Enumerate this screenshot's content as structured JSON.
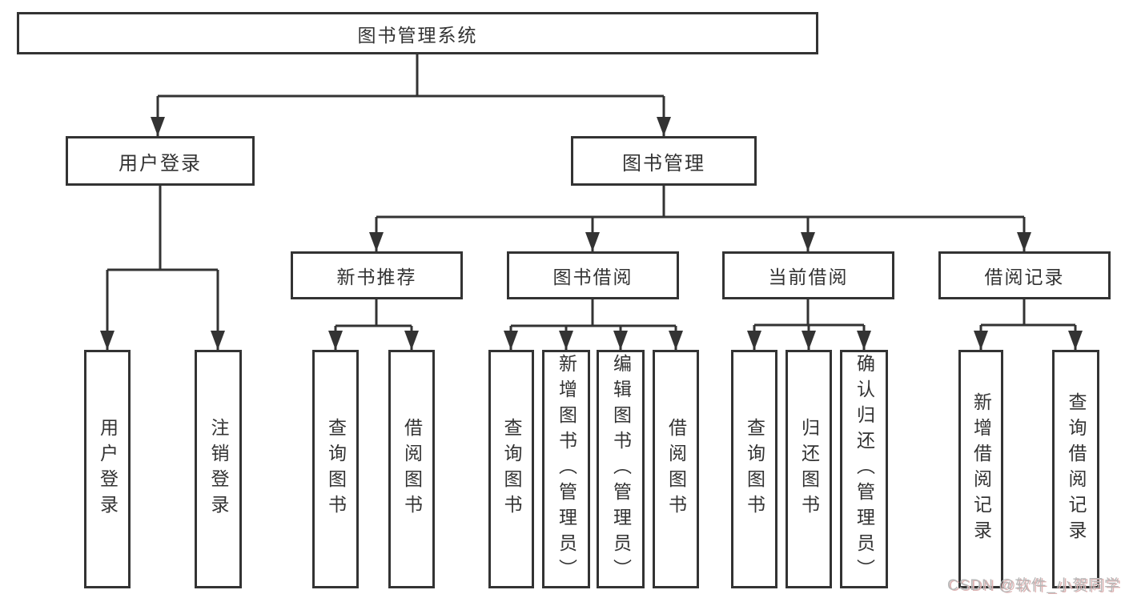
{
  "diagram": {
    "root": "图书管理系统",
    "login": {
      "label": "用户登录",
      "children": [
        "用户登录",
        "注销登录"
      ]
    },
    "management": {
      "label": "图书管理",
      "sections": [
        {
          "label": "新书推荐",
          "children": [
            "查询图书",
            "借阅图书"
          ]
        },
        {
          "label": "图书借阅",
          "children": [
            "查询图书",
            "新增图书（管理员）",
            "编辑图书（管理员）",
            "借阅图书"
          ]
        },
        {
          "label": "当前借阅",
          "children": [
            "查询图书",
            "归还图书",
            "确认归还（管理员）"
          ]
        },
        {
          "label": "借阅记录",
          "children": [
            "新增借阅记录",
            "查询借阅记录"
          ]
        }
      ]
    },
    "colors": {
      "line": "#333333",
      "text": "#333333",
      "background": "#ffffff"
    }
  },
  "watermark": {
    "text": "CSDN @软件_小贺同学",
    "color": "#b8b8b8",
    "shadow_color": "#ddb2b2"
  }
}
